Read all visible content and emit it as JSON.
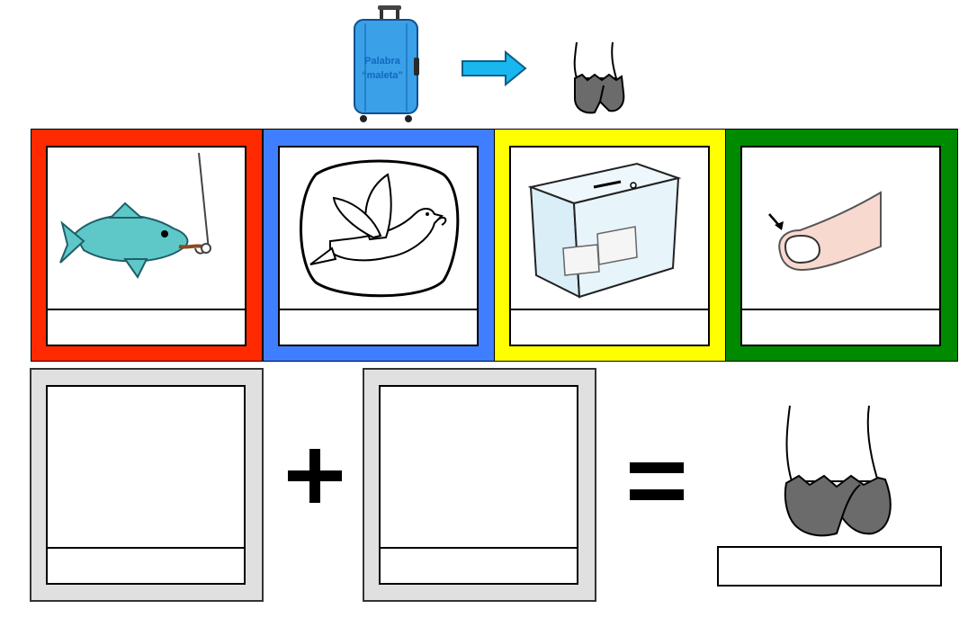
{
  "header": {
    "suitcase_label_line1": "Palabra",
    "suitcase_label_line2": "“maleta”",
    "arrow_icon": "right-arrow-icon",
    "target_icon": "hoof-icon"
  },
  "colors": {
    "red": "#ff2a00",
    "blue": "#3f7fff",
    "yellow": "#ffff00",
    "green": "#008a00",
    "gray": "#e0e0e0",
    "suitcase": "#3aa0e8",
    "arrow": "#19b7f0"
  },
  "cards": [
    {
      "color": "red",
      "icon": "fish-on-hook-icon",
      "label": ""
    },
    {
      "color": "blue",
      "icon": "dove-of-peace-icon",
      "label": ""
    },
    {
      "color": "yellow",
      "icon": "ballot-box-icon",
      "label": ""
    },
    {
      "color": "green",
      "icon": "fingernail-icon",
      "label": ""
    }
  ],
  "equation": {
    "slot1_label": "",
    "slot2_label": "",
    "result_icon": "hoof-icon",
    "answer": ""
  }
}
